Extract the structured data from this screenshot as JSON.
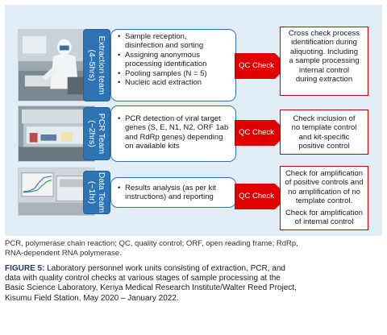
{
  "teams": [
    {
      "label": "Extraction team\n(4–5hrs)",
      "tasks": [
        "Sample reception,\ndisinfection and sorting",
        "Assigning anonymous\nprocessing identification",
        "Pooling samples (N = 5)",
        "Nucleic acid extraction"
      ],
      "qc_label": "QC Check",
      "checks": [
        "Cross check process\nidentification during\naliquoting. Including\na sample processing\ninternal control\nduring extraction"
      ]
    },
    {
      "label": "PCR Team\n(~2hrs)",
      "tasks": [
        "PCR detection of viral target\ngenes (S, E, N1, N2, ORF 1ab\nand RdRp genes) depending\non available kits"
      ],
      "qc_label": "QC Check",
      "checks": [
        "Check inclusion of\nno template control\nand kit-specific\npositive control"
      ]
    },
    {
      "label": "Data Team\n(~1hr)",
      "tasks": [
        "Results analysis (as per kit\ninstructions) and reporting"
      ],
      "qc_label": "QC Check",
      "checks": [
        "Check for amplification\nof positive controls and\nno amplification of no\ntemplate control.",
        "Check for amplification\nof internal control"
      ]
    }
  ],
  "colors": {
    "panel_background": "#e2edf6",
    "team_tab": "#2e74b5",
    "qc_arrow": "#e00000",
    "check_border": "#c00000"
  },
  "icons": {
    "bullet": "•",
    "photos": [
      "lab-technician-photo",
      "biosafety-cabinet-photo",
      "pcr-machine-photo"
    ]
  },
  "footnote": "PCR, polymerase chain reaction; QC, quality control; ORF, open reading frame; RdRp,\nRNA-dependent RNA polymerase.",
  "caption": {
    "label": "FIGURE 5:",
    "text": " Laboratory personnel work units consisting of extraction, PCR, and\ndata with quality control checks at various stages of sample processing at the\nBasic Science Laboratory, Kenya Medical Research Institute/Walter Reed Project,\nKisumu Field Station, May 2020 – January 2022."
  }
}
